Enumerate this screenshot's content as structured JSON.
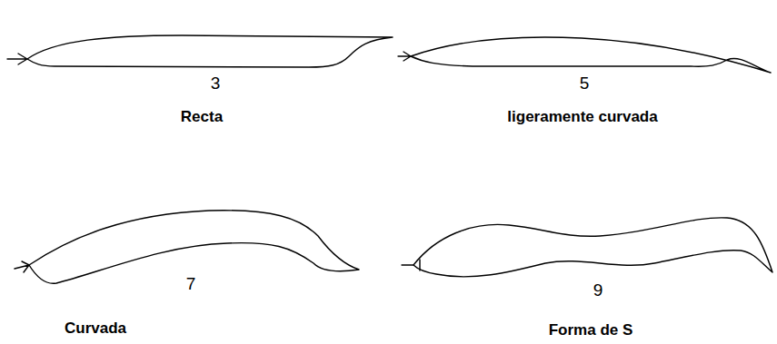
{
  "diagram": {
    "labels": [
      "3",
      "Recta",
      "5",
      "ligeramente curvada",
      "7",
      "Curvada",
      "9",
      "Forma de S"
    ]
  }
}
